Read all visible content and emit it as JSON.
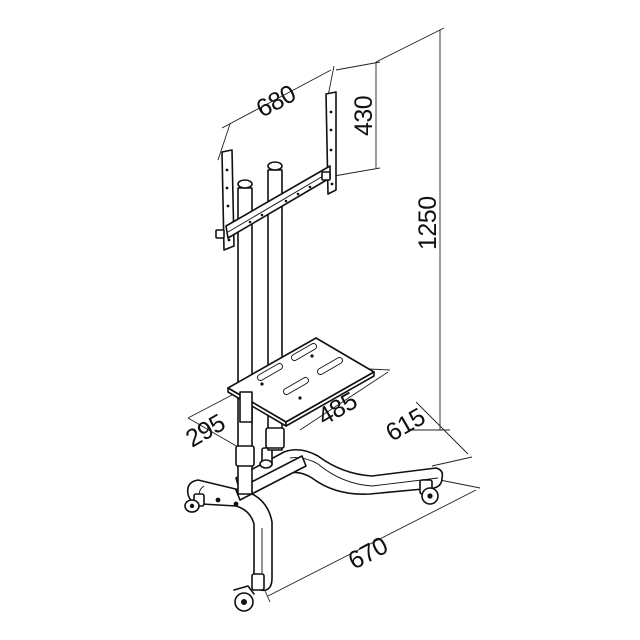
{
  "dimensions": {
    "mount_width": "680",
    "mount_height": "430",
    "total_height": "1250",
    "shelf_width": "485",
    "shelf_depth": "295",
    "base_depth": "615",
    "base_width": "670"
  }
}
